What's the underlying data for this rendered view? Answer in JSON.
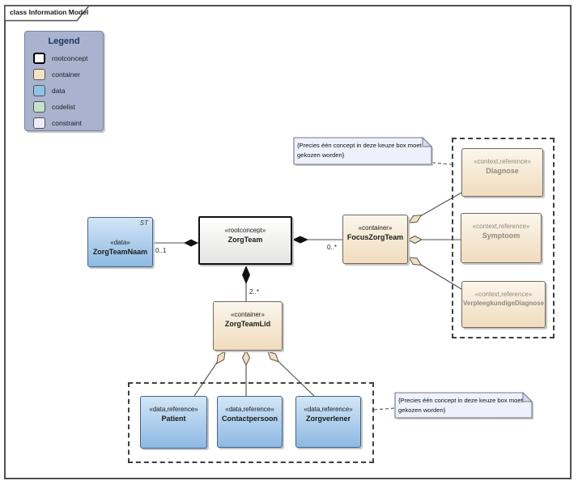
{
  "frame": {
    "label": "class Information Model"
  },
  "legend": {
    "title": "Legend",
    "items": [
      {
        "label": "rootconcept",
        "color": "#ffffff"
      },
      {
        "label": "container",
        "color": "#f7e1c4"
      },
      {
        "label": "data",
        "color": "#90c2ea"
      },
      {
        "label": "codelist",
        "color": "#c2e4cb"
      },
      {
        "label": "constraint",
        "color": "#ececf9"
      }
    ]
  },
  "classes": {
    "zorgTeamNaam": {
      "stereotype": "«data»",
      "name": "ZorgTeamNaam",
      "tag": "ST"
    },
    "zorgTeam": {
      "stereotype": "«rootconcept»",
      "name": "ZorgTeam"
    },
    "focusZorgTeam": {
      "stereotype": "«container»",
      "name": "FocusZorgTeam"
    },
    "zorgTeamLid": {
      "stereotype": "«container»",
      "name": "ZorgTeamLid"
    },
    "diagnose": {
      "stereotype": "«context,reference»",
      "name": "Diagnose"
    },
    "symptoom": {
      "stereotype": "«context,reference»",
      "name": "Symptoom"
    },
    "verpleegkundigeDiagnose": {
      "stereotype": "«context,reference»",
      "name": "VerpleegkundigeDiagnose"
    },
    "patient": {
      "stereotype": "«data,reference»",
      "name": "Patient"
    },
    "contactpersoon": {
      "stereotype": "«data,reference»",
      "name": "Contactpersoon"
    },
    "zorgverlener": {
      "stereotype": "«data,reference»",
      "name": "Zorgverlener"
    }
  },
  "multiplicities": {
    "zorgTeamNaam_end": "0..1",
    "focusZorgTeam_end": "0..*",
    "zorgTeamLid_end": "2..*"
  },
  "notes": {
    "top": "{Precies één concept in deze keuze box moet gekozen worden}",
    "bottom": "{Precies één concept in deze keuze box moet gekozen worden}"
  },
  "relations": [
    {
      "from": "ZorgTeam",
      "to": "ZorgTeamNaam",
      "type": "composition",
      "multiplicity": "0..1"
    },
    {
      "from": "ZorgTeam",
      "to": "FocusZorgTeam",
      "type": "composition",
      "multiplicity": "0..*"
    },
    {
      "from": "ZorgTeam",
      "to": "ZorgTeamLid",
      "type": "composition",
      "multiplicity": "2..*"
    },
    {
      "from": "FocusZorgTeam",
      "to": "Diagnose",
      "type": "aggregation"
    },
    {
      "from": "FocusZorgTeam",
      "to": "Symptoom",
      "type": "aggregation"
    },
    {
      "from": "FocusZorgTeam",
      "to": "VerpleegkundigeDiagnose",
      "type": "aggregation"
    },
    {
      "from": "ZorgTeamLid",
      "to": "Patient",
      "type": "aggregation"
    },
    {
      "from": "ZorgTeamLid",
      "to": "Contactpersoon",
      "type": "aggregation"
    },
    {
      "from": "ZorgTeamLid",
      "to": "Zorgverlener",
      "type": "aggregation"
    }
  ],
  "colors": {
    "data_fill_top": "#d3e6f7",
    "data_fill_bottom": "#8db9e2",
    "container_fill_top": "#fbf6ec",
    "container_fill_bottom": "#f0dcbd",
    "rootconcept_fill": "#ffffff",
    "note_fill": "#eef0fb",
    "legend_bg": "#a9b3cf",
    "connector": "#4d4d4d",
    "diamond_filled": "#111111",
    "diamond_hollow": "#f2dfc0"
  }
}
